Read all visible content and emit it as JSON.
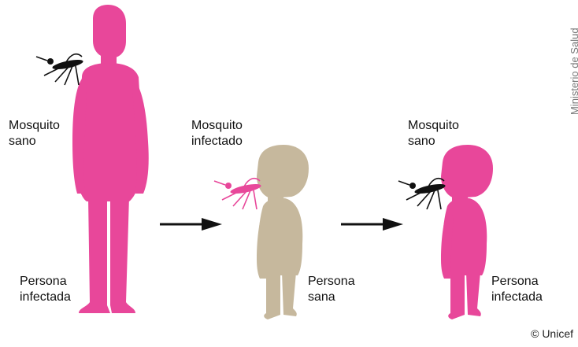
{
  "colors": {
    "infected": "#e8479a",
    "healthy": "#c6b89d",
    "insect_dark": "#111111",
    "insect_infected": "#e8479a",
    "arrow": "#111111"
  },
  "labels": {
    "mosquito_1": [
      "Mosquito",
      "sano"
    ],
    "mosquito_2": [
      "Mosquito",
      "infectado"
    ],
    "mosquito_3": [
      "Mosquito",
      "sano"
    ],
    "person_1": [
      "Persona",
      "infectada"
    ],
    "person_2": [
      "Persona",
      "sana"
    ],
    "person_3": [
      "Persona",
      "infectada"
    ]
  },
  "credits": {
    "side": "Ministerio de Salud",
    "bottom": "© Unicef"
  }
}
